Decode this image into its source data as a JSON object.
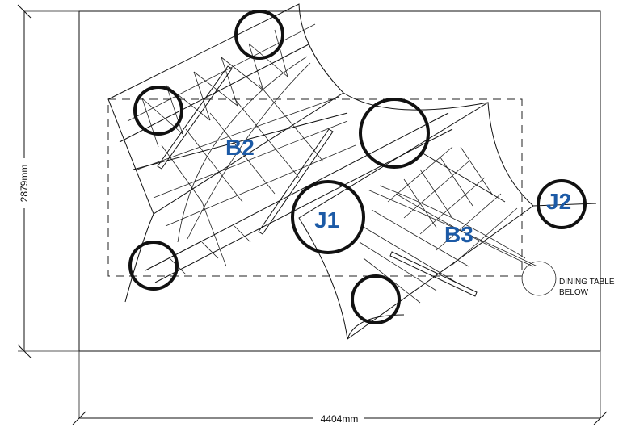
{
  "dimensions": {
    "width_label": "4404mm",
    "height_label": "2879mm"
  },
  "labels": {
    "b2": "B2",
    "b3": "B3",
    "j1": "J1",
    "j2": "J2"
  },
  "notes": {
    "table_line1": "DINING TABLE",
    "table_line2": "BELOW"
  },
  "colors": {
    "label_blue": "#1c5aa6",
    "line": "#111111"
  }
}
